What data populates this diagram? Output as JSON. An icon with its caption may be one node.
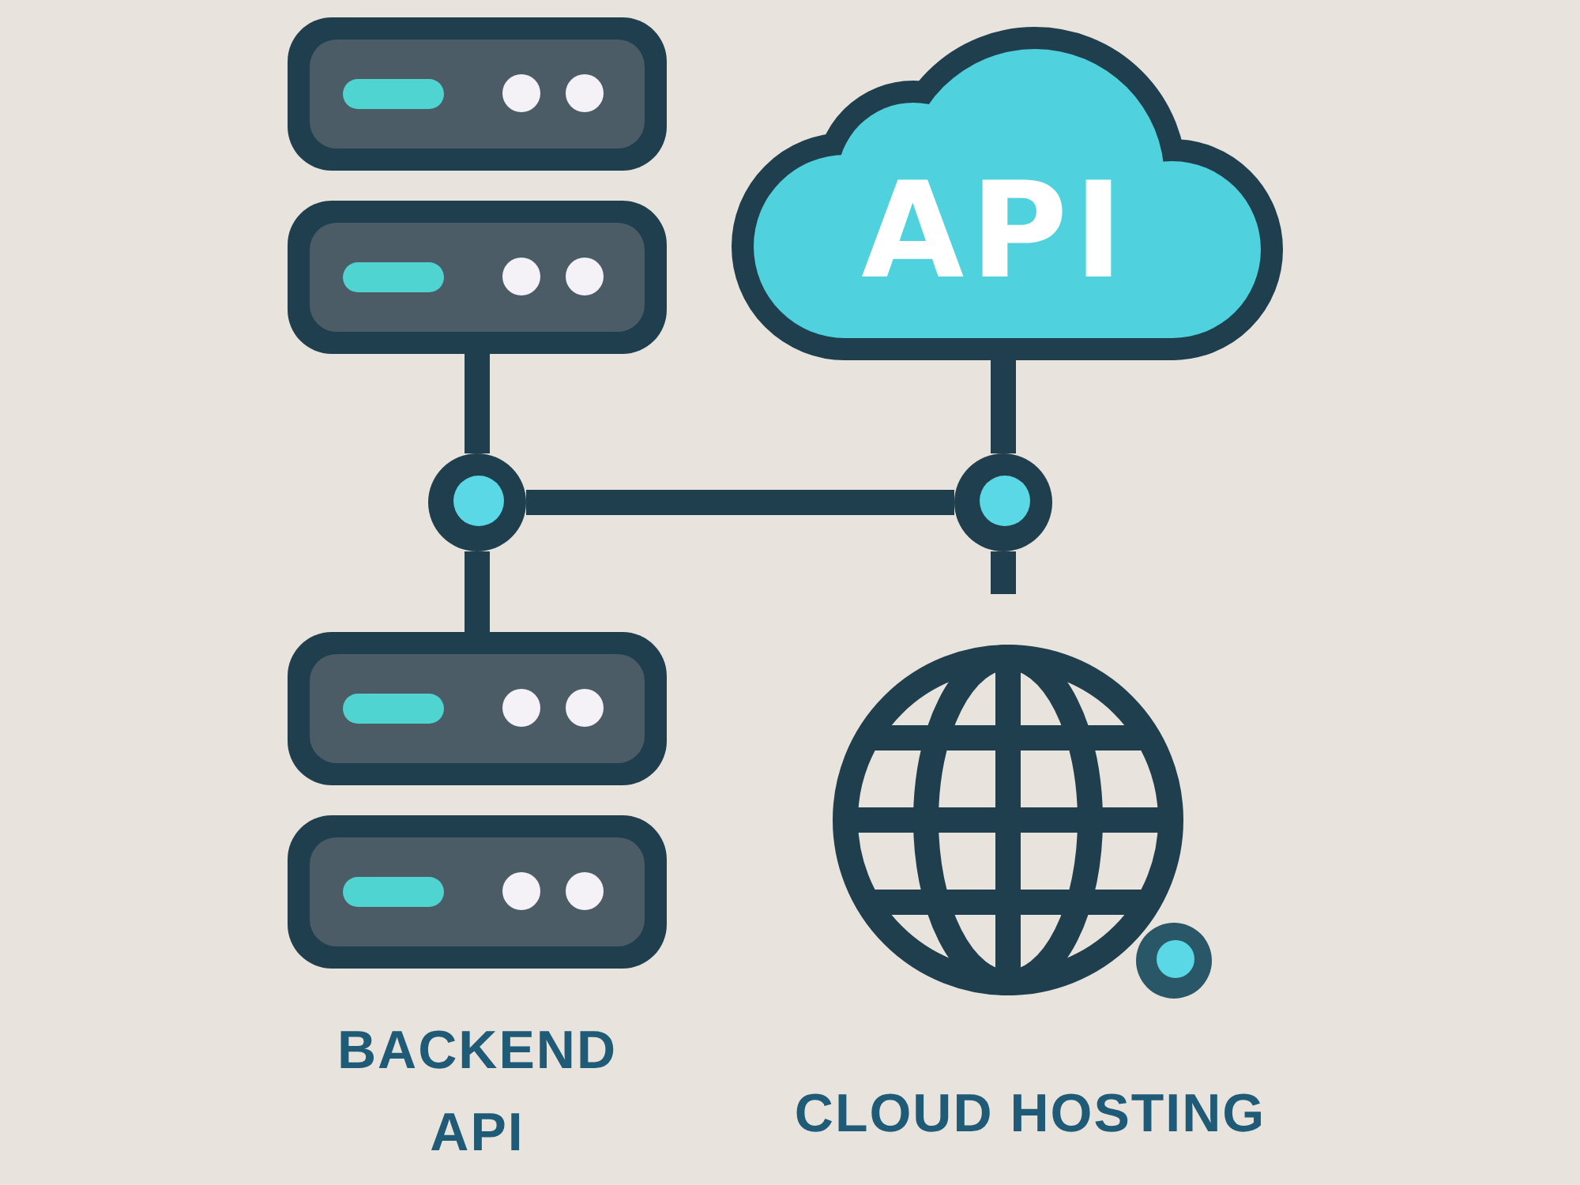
{
  "diagram": {
    "nodes": [
      {
        "text": [],
        "shape": "picture"
      },
      {
        "text": [
          "API"
        ]
      },
      {
        "text": [],
        "shape": "circle"
      },
      {
        "text": [],
        "shape": "circle"
      },
      {
        "text": [],
        "shape": "picture",
        "beside": [
          "BACKEND API"
        ]
      },
      {
        "text": [],
        "shape": "picture",
        "beside": [
          "CLOUD HOSTING"
        ]
      },
      {
        "text": [],
        "shape": "circle"
      }
    ],
    "edges": [
      {
        "from": 0,
        "to": 2,
        "arrow": "none"
      },
      {
        "from": 1,
        "to": 3,
        "arrow": "none"
      },
      {
        "from": 2,
        "to": 3,
        "arrow": "none"
      },
      {
        "from": 2,
        "to": 4,
        "arrow": "none"
      },
      {
        "from": 3,
        "to": null,
        "arrow": "none"
      }
    ]
  }
}
